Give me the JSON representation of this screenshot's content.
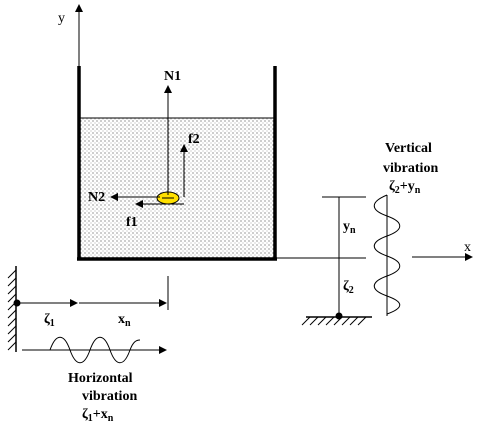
{
  "axes": {
    "y": "y",
    "x": "x"
  },
  "forces": {
    "n1": "N1",
    "f2": "f2",
    "n2": "N2",
    "f1": "f1"
  },
  "dims": {
    "yn": {
      "main": "y",
      "sub": "n"
    },
    "zeta2": {
      "main": "ζ",
      "sub": "2"
    },
    "zeta1": {
      "main": "ζ",
      "sub": "1"
    },
    "xn": {
      "main": "x",
      "sub": "n"
    }
  },
  "vertical": {
    "line1": "Vertical",
    "line2": "vibration",
    "eq": {
      "a": "ζ",
      "a_sub": "2",
      "plus": "+y",
      "b_sub": "n"
    }
  },
  "horizontal": {
    "line1": "Horizontal",
    "line2": "vibration",
    "eq": {
      "a": "ζ",
      "a_sub": "1",
      "plus": "+x",
      "b_sub": "n"
    }
  },
  "colors": {
    "particle": "#ffe000",
    "ink": "#000000"
  }
}
